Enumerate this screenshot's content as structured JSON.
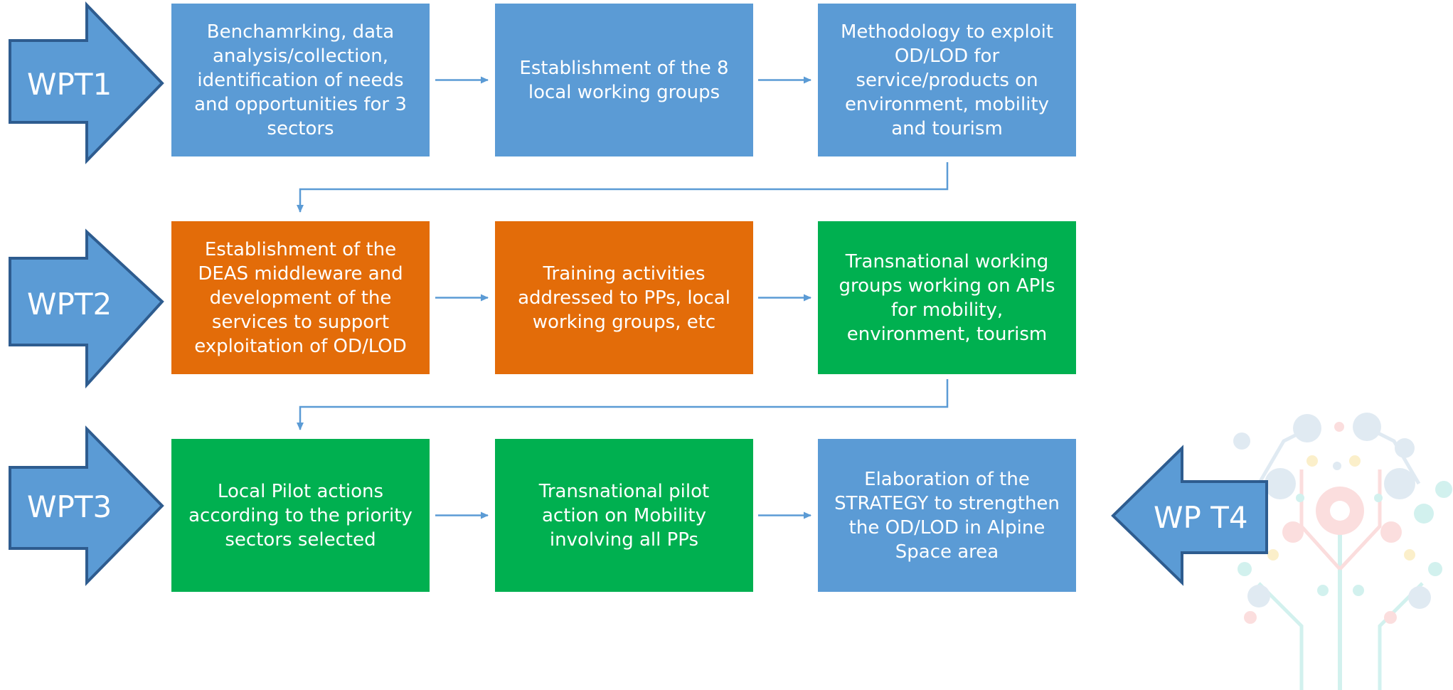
{
  "colors": {
    "blue": "#5b9bd5",
    "blue_dark": "#2e5c8f",
    "orange": "#e36c09",
    "green": "#00b050",
    "connector": "#5b9bd5"
  },
  "work_packages": [
    {
      "label": "WPT1",
      "direction": "right"
    },
    {
      "label": "WPT2",
      "direction": "right"
    },
    {
      "label": "WPT3",
      "direction": "right"
    },
    {
      "label": "WP T4",
      "direction": "left"
    }
  ],
  "rows": [
    {
      "boxes": [
        {
          "text": "Benchamrking, data analysis/collection, identification of needs and opportunities for 3 sectors",
          "color": "#5b9bd5"
        },
        {
          "text": "Establishment of the 8 local working groups",
          "color": "#5b9bd5"
        },
        {
          "text": "Methodology to exploit OD/LOD for service/products on environment, mobility and tourism",
          "color": "#5b9bd5"
        }
      ]
    },
    {
      "boxes": [
        {
          "text": "Establishment of the DEAS middleware and development of the services to support exploitation of OD/LOD",
          "color": "#e36c09"
        },
        {
          "text": "Training activities addressed to PPs, local working groups, etc",
          "color": "#e36c09"
        },
        {
          "text": "Transnational working groups working on APIs for mobility, environment, tourism",
          "color": "#00b050"
        }
      ]
    },
    {
      "boxes": [
        {
          "text": "Local Pilot actions according to the priority sectors selected",
          "color": "#00b050"
        },
        {
          "text": "Transnational pilot action on Mobility involving all PPs",
          "color": "#00b050"
        },
        {
          "text": "Elaboration of the STRATEGY to strengthen the OD/LOD in Alpine Space area",
          "color": "#5b9bd5"
        }
      ]
    }
  ],
  "decoration": {
    "icon": "data-tree-logo-icon"
  }
}
